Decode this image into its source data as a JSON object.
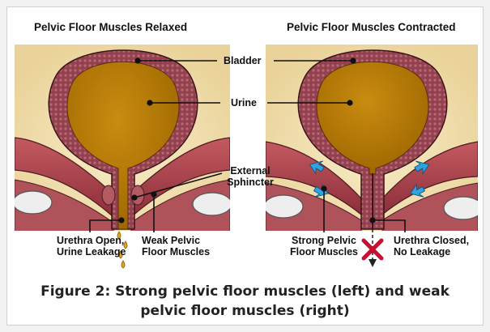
{
  "titles": {
    "left": "Pelvic Floor Muscles Relaxed",
    "right": "Pelvic Floor Muscles Contracted"
  },
  "labels": {
    "bladder": "Bladder",
    "urine": "Urine",
    "sphincter_line1": "External",
    "sphincter_line2": "Sphincter",
    "urethra_open_line1": "Urethra Open,",
    "urethra_open_line2": "Urine Leakage",
    "weak_line1": "Weak Pelvic",
    "weak_line2": "Floor Muscles",
    "strong_line1": "Strong Pelvic",
    "strong_line2": "Floor Muscles",
    "urethra_closed_line1": "Urethra Closed,",
    "urethra_closed_line2": "No Leakage"
  },
  "caption": {
    "line1": "Figure 2: Strong pelvic floor muscles (left) and weak",
    "line2": "pelvic floor muscles (right)"
  },
  "colors": {
    "bladder_wall": "#8e3f4f",
    "urine": "#b57a05",
    "background_tissue": "#f3e3b6",
    "muscle": "#a9424c",
    "arrow": "#2fa3e0",
    "cross": "#c8102e",
    "bone": "#e8e8e8"
  },
  "icons": {
    "contraction_arrows": "arrow-icon",
    "no_flow": "x-mark-icon",
    "droplets": "droplet-icon"
  }
}
